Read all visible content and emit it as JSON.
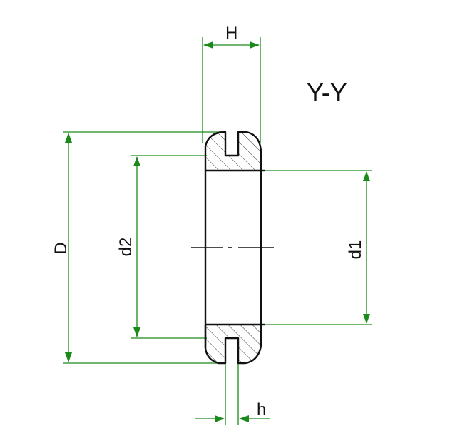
{
  "section_title": "Y-Y",
  "dimensions": {
    "H": "H",
    "D": "D",
    "d1": "d1",
    "d2": "d2",
    "h": "h"
  },
  "colors": {
    "dimension": "#1a8a1a",
    "outline": "#111111",
    "hatch": "#333333"
  }
}
